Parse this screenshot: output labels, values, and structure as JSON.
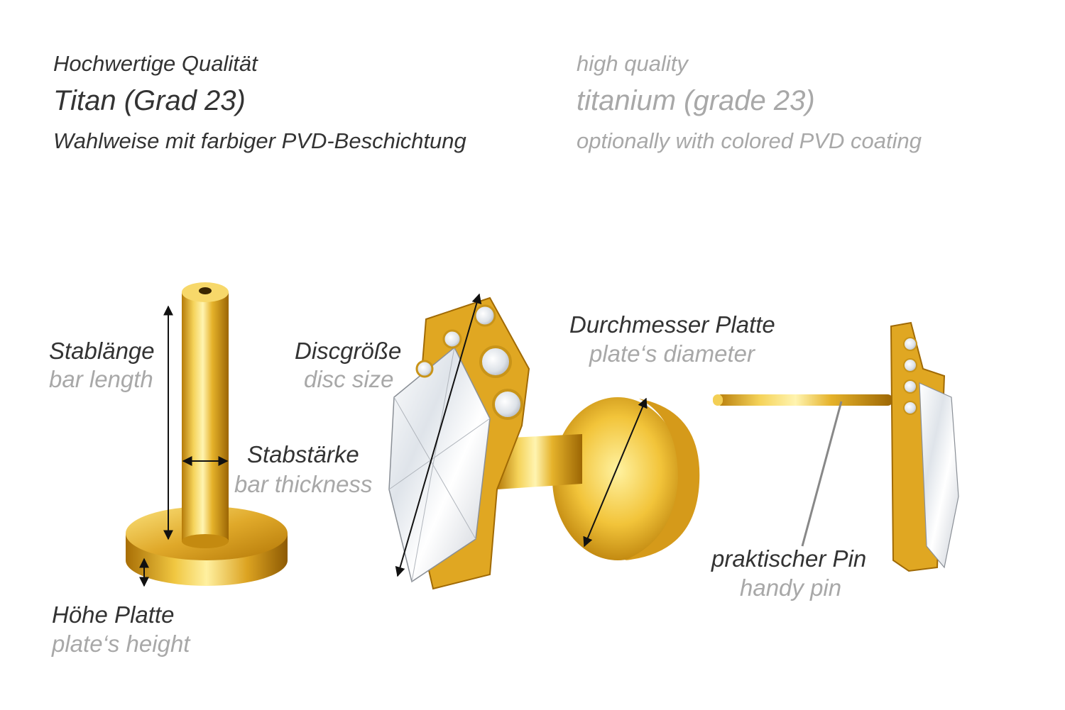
{
  "header": {
    "de": {
      "quality": "Hochwertige Qualität",
      "material": "Titan (Grad 23)",
      "coating": "Wahlweise mit farbiger PVD-Beschichtung"
    },
    "en": {
      "quality": "high quality",
      "material": "titanium (grade 23)",
      "coating": "optionally with colored PVD coating"
    }
  },
  "labels": {
    "bar_length": {
      "de": "Stablänge",
      "en": "bar length"
    },
    "bar_thickness": {
      "de": "Stabstärke",
      "en": "bar thickness"
    },
    "plate_height": {
      "de": "Höhe Platte",
      "en": "plate‘s height"
    },
    "disc_size": {
      "de": "Discgröße",
      "en": "disc size"
    },
    "plate_diameter": {
      "de": "Durchmesser Platte",
      "en": "plate‘s diameter"
    },
    "handy_pin": {
      "de": "praktischer Pin",
      "en": "handy pin"
    }
  },
  "colors": {
    "gold_light": "#fff2a8",
    "gold_mid": "#e8b825",
    "gold_dark": "#a86e05",
    "crystal": "#eef1f4",
    "german_text": "#333333",
    "english_text": "#a8a8a8"
  }
}
